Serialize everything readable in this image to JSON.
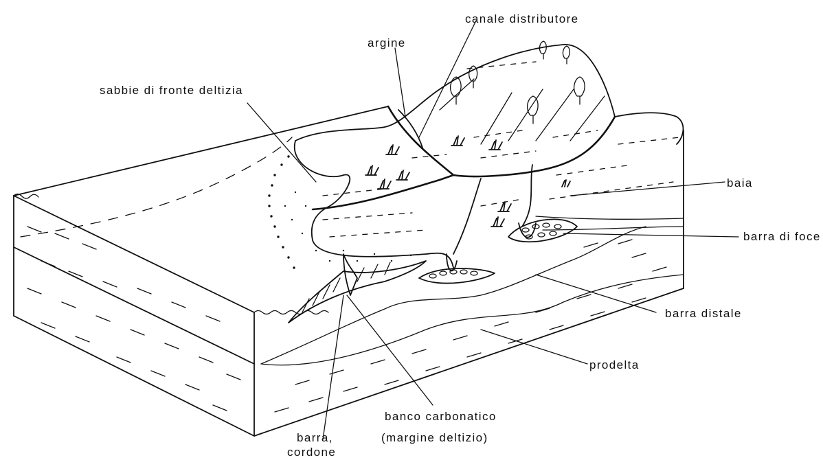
{
  "labels": {
    "canale_distributore": "canale distributore",
    "argine": "argine",
    "sabbie_fronte": "sabbie di fronte deltizia",
    "baia": "baia",
    "barra_di_foce": "barra di foce",
    "barra_distale": "barra distale",
    "prodelta": "prodelta",
    "banco_carbonatico": "banco carbonatico",
    "margine_deltizio": "(margine deltizio)",
    "barra_line1": "barra,",
    "barra_line2": "cordone"
  }
}
